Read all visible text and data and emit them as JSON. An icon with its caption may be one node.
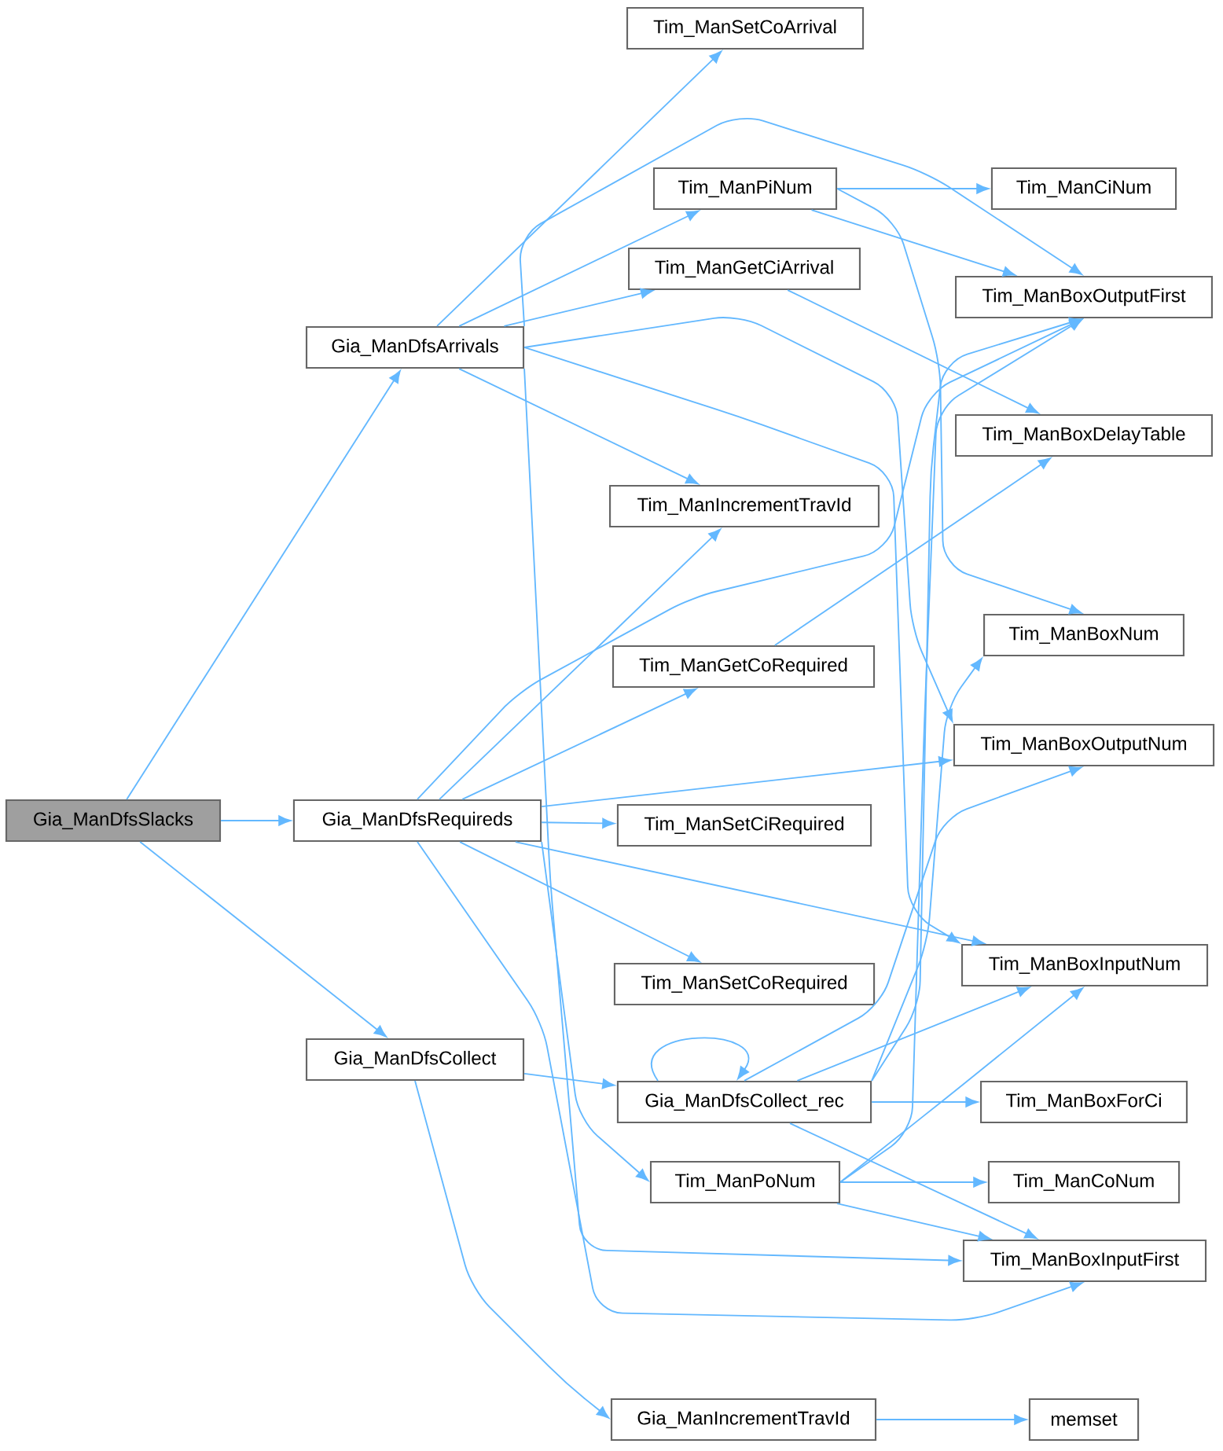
{
  "diagram": {
    "nodes": [
      {
        "text": [
          "Gia_ManDfsSlacks"
        ]
      },
      {
        "text": [
          "Gia_ManDfsArrivals"
        ]
      },
      {
        "text": [
          "Gia_ManDfsRequireds"
        ]
      },
      {
        "text": [
          "Gia_ManDfsCollect"
        ]
      },
      {
        "text": [
          "Tim_ManSetCoArrival"
        ]
      },
      {
        "text": [
          "Tim_ManPiNum"
        ]
      },
      {
        "text": [
          "Tim_ManGetCiArrival"
        ]
      },
      {
        "text": [
          "Tim_ManIncrementTravId"
        ]
      },
      {
        "text": [
          "Tim_ManGetCoRequired"
        ]
      },
      {
        "text": [
          "Tim_ManSetCiRequired"
        ]
      },
      {
        "text": [
          "Tim_ManSetCoRequired"
        ]
      },
      {
        "text": [
          "Gia_ManDfsCollect_rec"
        ]
      },
      {
        "text": [
          "Tim_ManPoNum"
        ]
      },
      {
        "text": [
          "Gia_ManIncrementTravId"
        ]
      },
      {
        "text": [
          "Tim_ManCiNum"
        ]
      },
      {
        "text": [
          "Tim_ManBoxOutputFirst"
        ]
      },
      {
        "text": [
          "Tim_ManBoxDelayTable"
        ]
      },
      {
        "text": [
          "Tim_ManBoxNum"
        ]
      },
      {
        "text": [
          "Tim_ManBoxOutputNum"
        ]
      },
      {
        "text": [
          "Tim_ManBoxInputNum"
        ]
      },
      {
        "text": [
          "Tim_ManBoxForCi"
        ]
      },
      {
        "text": [
          "Tim_ManCoNum"
        ]
      },
      {
        "text": [
          "Tim_ManBoxInputFirst"
        ]
      },
      {
        "text": [
          "memset"
        ]
      }
    ],
    "edges": [
      {
        "from": 0,
        "to": 1,
        "arrow": "to"
      },
      {
        "from": 0,
        "to": 2,
        "arrow": "to"
      },
      {
        "from": 0,
        "to": 3,
        "arrow": "to"
      },
      {
        "from": 1,
        "to": 4,
        "arrow": "to"
      },
      {
        "from": 1,
        "to": 15,
        "arrow": "to"
      },
      {
        "from": 1,
        "to": 5,
        "arrow": "to"
      },
      {
        "from": 1,
        "to": 6,
        "arrow": "to"
      },
      {
        "from": 1,
        "to": 18,
        "arrow": "to"
      },
      {
        "from": 1,
        "to": 19,
        "arrow": "to"
      },
      {
        "from": 1,
        "to": 7,
        "arrow": "to"
      },
      {
        "from": 1,
        "to": 22,
        "arrow": "to"
      },
      {
        "from": 5,
        "to": 14,
        "arrow": "to"
      },
      {
        "from": 5,
        "to": 15,
        "arrow": "to"
      },
      {
        "from": 5,
        "to": 17,
        "arrow": "to"
      },
      {
        "from": 6,
        "to": 16,
        "arrow": "to"
      },
      {
        "from": 2,
        "to": 7,
        "arrow": "to"
      },
      {
        "from": 2,
        "to": 15,
        "arrow": "to"
      },
      {
        "from": 2,
        "to": 8,
        "arrow": "to"
      },
      {
        "from": 2,
        "to": 18,
        "arrow": "to"
      },
      {
        "from": 2,
        "to": 9,
        "arrow": "to"
      },
      {
        "from": 2,
        "to": 19,
        "arrow": "to"
      },
      {
        "from": 2,
        "to": 10,
        "arrow": "to"
      },
      {
        "from": 2,
        "to": 12,
        "arrow": "to"
      },
      {
        "from": 2,
        "to": 22,
        "arrow": "to"
      },
      {
        "from": 8,
        "to": 16,
        "arrow": "to"
      },
      {
        "from": 3,
        "to": 11,
        "arrow": "to"
      },
      {
        "from": 3,
        "to": 13,
        "arrow": "to"
      },
      {
        "from": 11,
        "to": 11,
        "arrow": "to"
      },
      {
        "from": 11,
        "to": 15,
        "arrow": "to"
      },
      {
        "from": 11,
        "to": 17,
        "arrow": "to"
      },
      {
        "from": 11,
        "to": 18,
        "arrow": "to"
      },
      {
        "from": 11,
        "to": 19,
        "arrow": "to"
      },
      {
        "from": 11,
        "to": 20,
        "arrow": "to"
      },
      {
        "from": 11,
        "to": 22,
        "arrow": "to"
      },
      {
        "from": 12,
        "to": 15,
        "arrow": "to"
      },
      {
        "from": 12,
        "to": 19,
        "arrow": "to"
      },
      {
        "from": 12,
        "to": 21,
        "arrow": "to"
      },
      {
        "from": 12,
        "to": 22,
        "arrow": "to"
      },
      {
        "from": 13,
        "to": 23,
        "arrow": "to"
      }
    ]
  }
}
